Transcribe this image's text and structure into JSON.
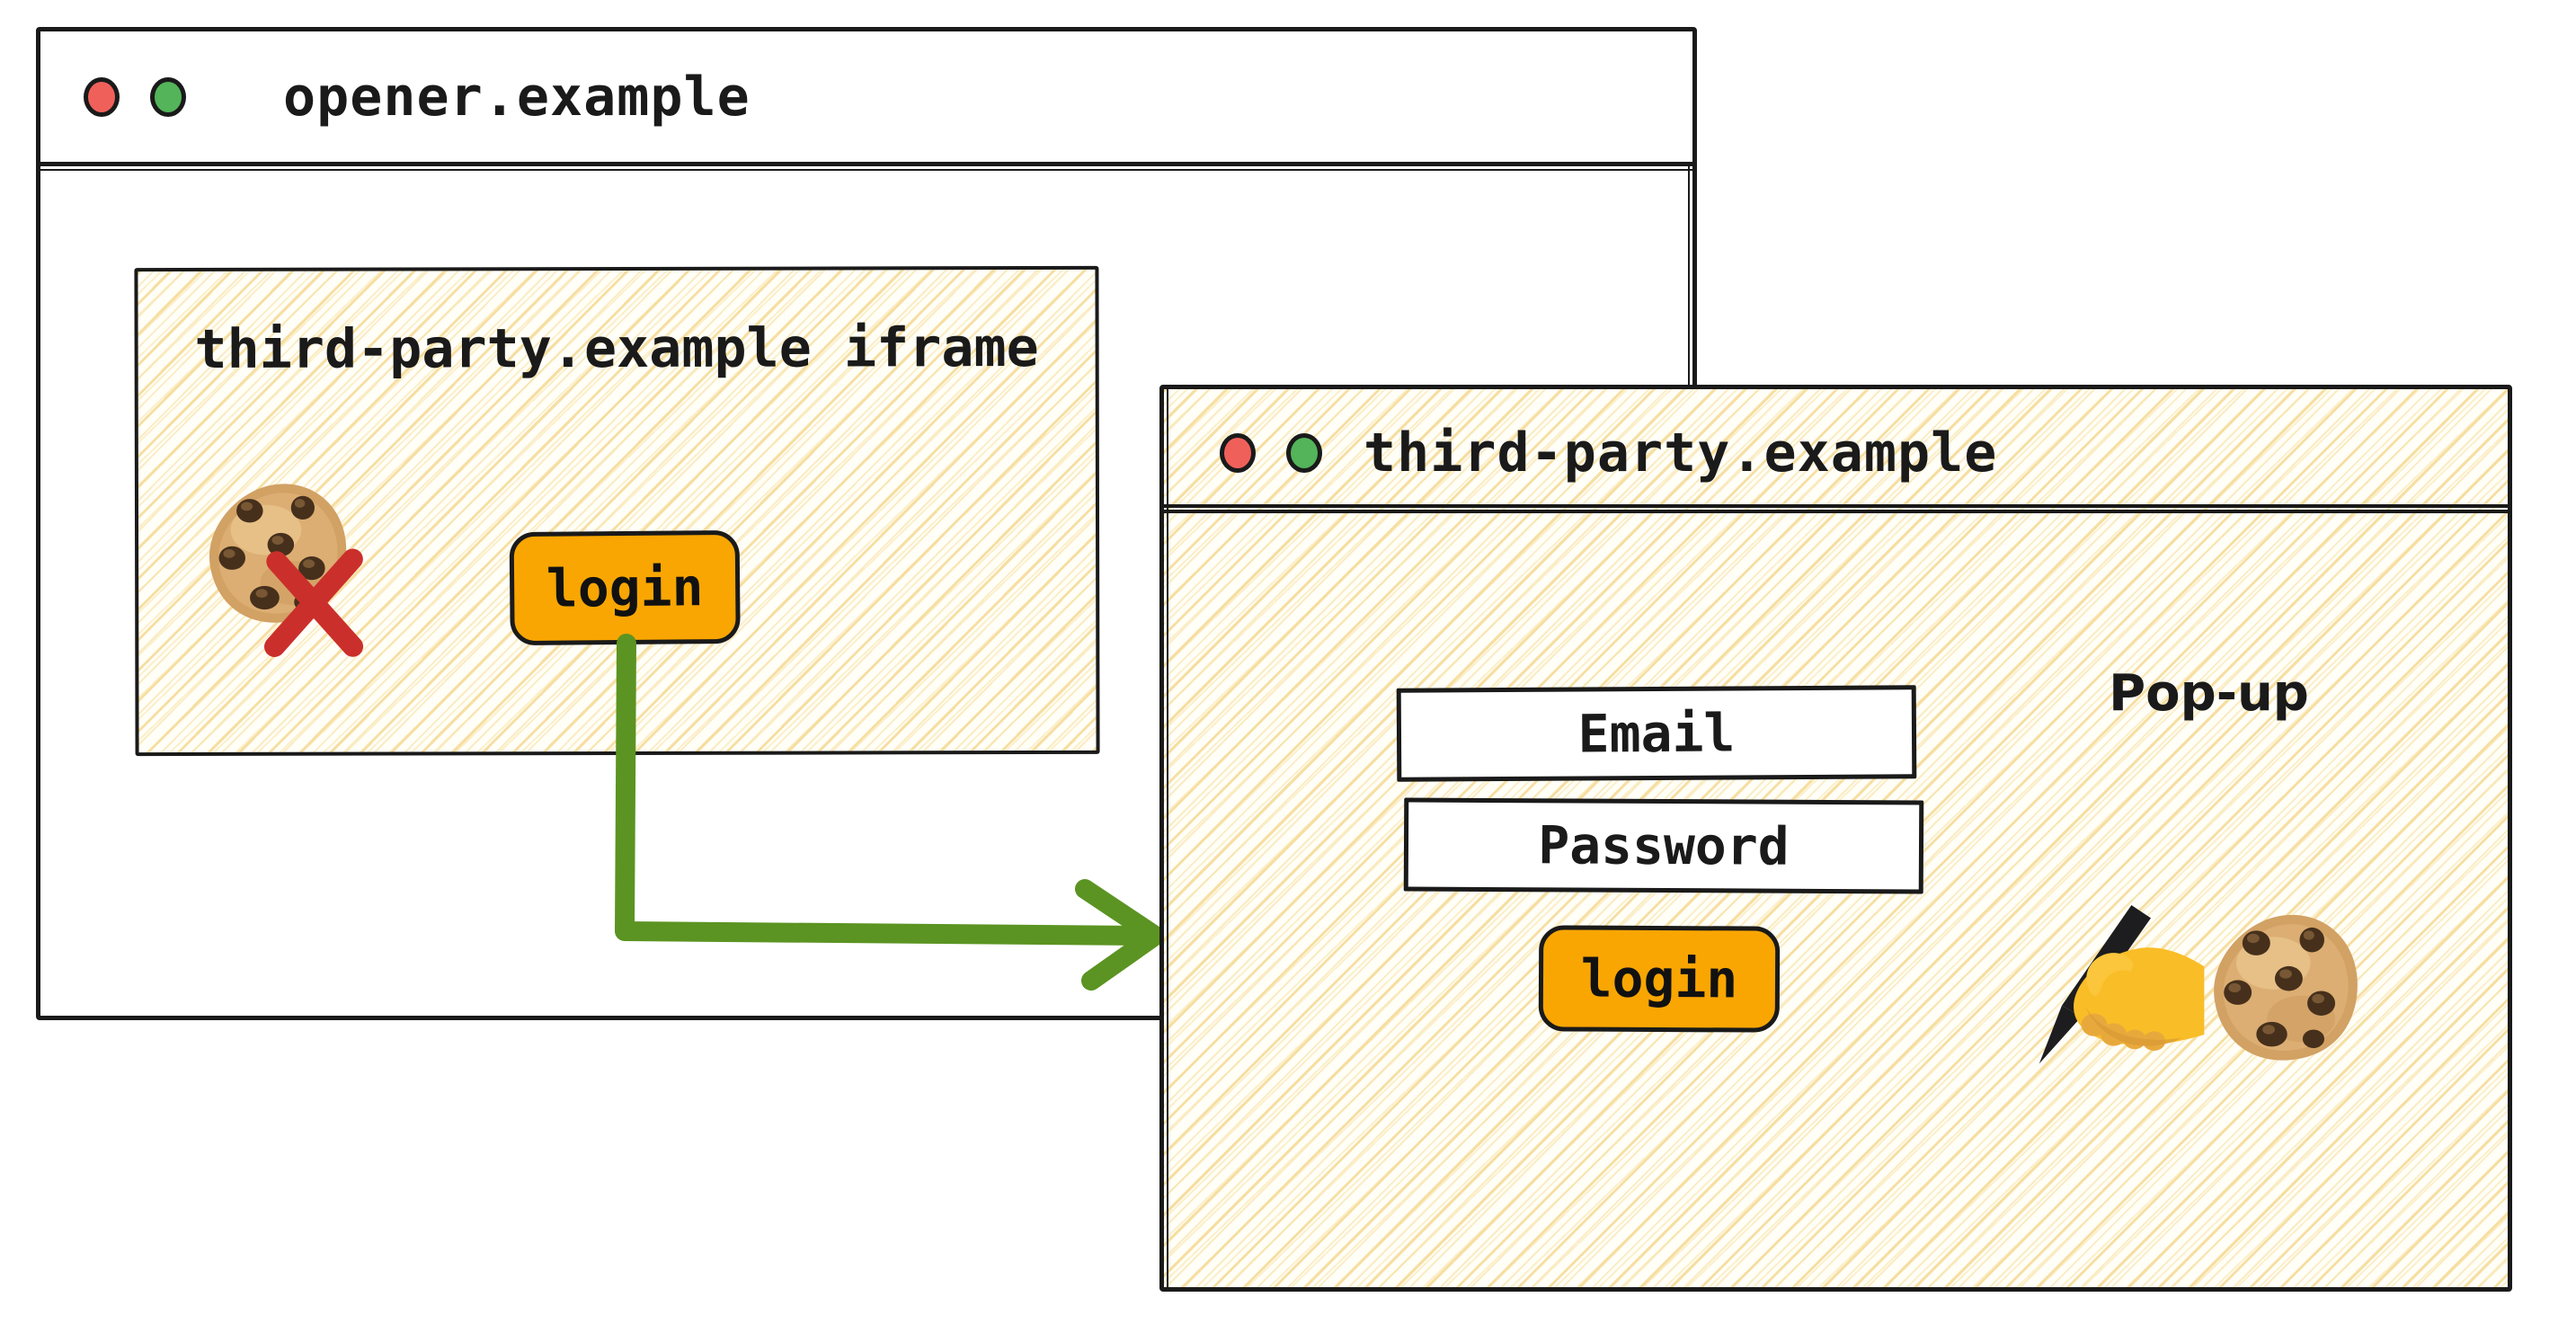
{
  "opener_window": {
    "title": "opener.example",
    "traffic_lights": [
      "red-circle",
      "green-circle"
    ],
    "iframe": {
      "label": "third-party.example iframe",
      "login_button_label": "login",
      "blocked_cookie_icon": "cookie-emoji-with-red-cross"
    }
  },
  "popup_window": {
    "title": "third-party.example",
    "traffic_lights": [
      "red-circle",
      "green-circle"
    ],
    "annotation_label": "Pop-up",
    "form": {
      "email_field_label": "Email",
      "password_field_label": "Password",
      "login_button_label": "login"
    },
    "decoration_icons": [
      "writing-hand-emoji",
      "cookie-emoji"
    ]
  },
  "arrow": {
    "from": "iframe login button",
    "to": "pop-up window",
    "color": "#5B9422"
  },
  "colors": {
    "button_orange": "#F9A602",
    "arrow_green": "#5B9422",
    "blocked_cross_red": "#CB2F2B",
    "traffic_light_red": "#F0605A",
    "traffic_light_green": "#53B459",
    "window_border": "#1A1A1A",
    "hatch_line_yellow": "#F6DC9B",
    "hatch_background": "#FFFEF7"
  }
}
